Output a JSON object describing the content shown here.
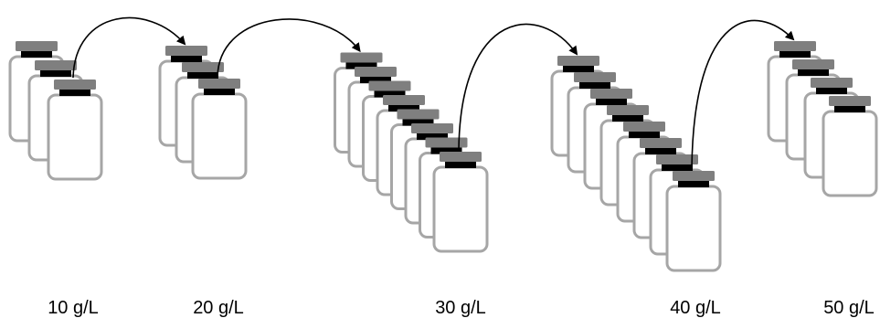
{
  "colors": {
    "bottle_outline": "#a6a6a6",
    "bottle_fill": "#ffffff",
    "cap": "#7f7f7f",
    "neck_band": "#000000",
    "arrow": "#000000",
    "text": "#000000"
  },
  "groups": [
    {
      "label": "10 g/L",
      "bottle_count": 3
    },
    {
      "label": "20 g/L",
      "bottle_count": 3
    },
    {
      "label": "30 g/L",
      "bottle_count": 8
    },
    {
      "label": "40 g/L",
      "bottle_count": 8
    },
    {
      "label": "50 g/L",
      "bottle_count": 4
    }
  ],
  "transfers": [
    {
      "from": "10 g/L",
      "to": "20 g/L",
      "icon": "curved-arrow-icon"
    },
    {
      "from": "20 g/L",
      "to": "30 g/L",
      "icon": "curved-arrow-icon"
    },
    {
      "from": "30 g/L",
      "to": "40 g/L",
      "icon": "curved-arrow-icon"
    },
    {
      "from": "40 g/L",
      "to": "50 g/L",
      "icon": "curved-arrow-icon"
    }
  ]
}
